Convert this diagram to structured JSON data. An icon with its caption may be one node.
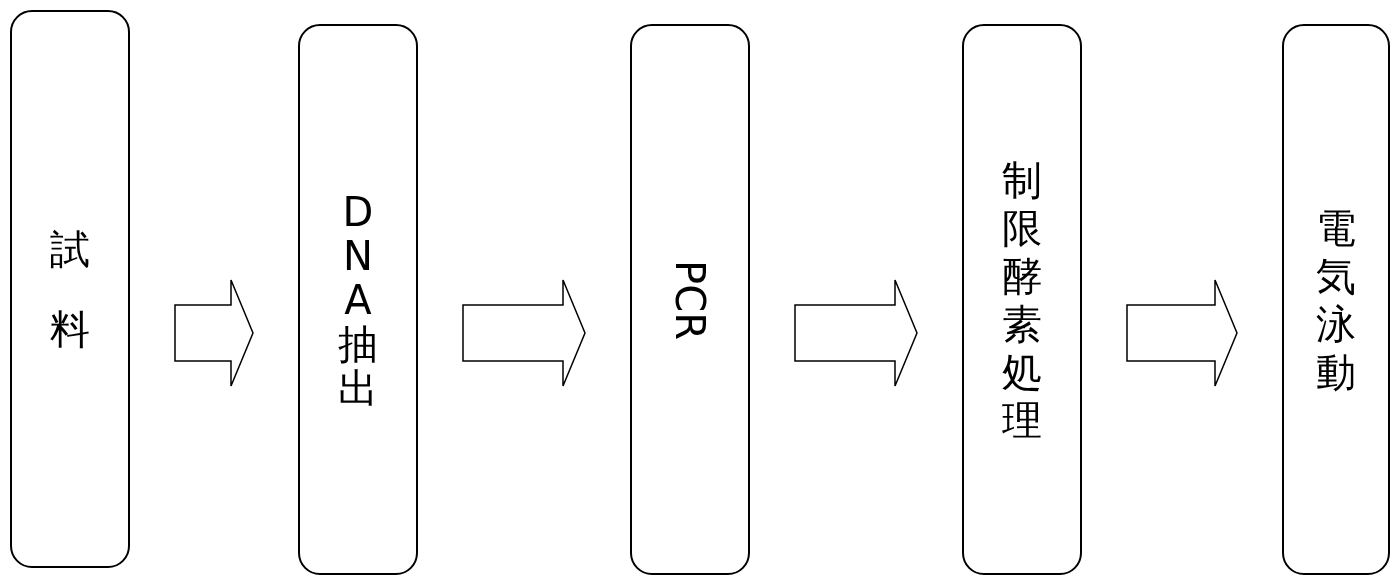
{
  "diagram": {
    "nodes": [
      {
        "text": [
          "試料"
        ]
      },
      {
        "text": [
          "DNA抽出"
        ]
      },
      {
        "text": [
          "PCR"
        ]
      },
      {
        "text": [
          "制限酵素処理"
        ]
      },
      {
        "text": [
          "電気泳動"
        ]
      }
    ],
    "edges": [
      {
        "from": 0,
        "to": 1,
        "arrow": "to"
      },
      {
        "from": 1,
        "to": 2,
        "arrow": "to"
      },
      {
        "from": 2,
        "to": 3,
        "arrow": "to"
      },
      {
        "from": 3,
        "to": 4,
        "arrow": "to"
      }
    ]
  }
}
